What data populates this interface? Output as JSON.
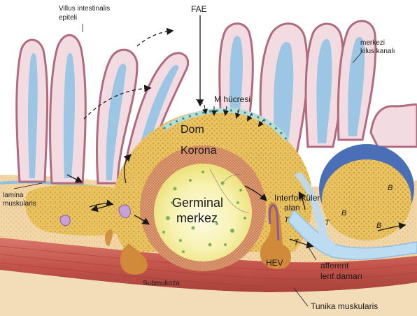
{
  "labels": {
    "villus_line1": "Villus intestinalis",
    "villus_line2": "epiteli",
    "fae": "FAE",
    "merkezi_line1": "merkezi",
    "merkezi_line2": "kilus kanalı",
    "m_hucresi": "M hücresi",
    "dom": "Dom",
    "korona": "Korona",
    "lamina_line1": "lamina",
    "lamina_line2": "muskularis",
    "germinal_line1": "Germinal",
    "germinal_line2": "merkez",
    "interfolikuler_line1": "Interfoliküler",
    "interfolikuler_line2": "alan",
    "t1": "T",
    "t2": "T",
    "t3": "T",
    "b1": "B",
    "b2": "B",
    "b3": "B",
    "hev": "HEV",
    "submukoza": "Submukoza",
    "afferent_line1": "afferent",
    "afferent_line2": "lenf damarı",
    "tunika": "Tunika muskularis"
  },
  "colors": {
    "background": "#ffffff",
    "epithelium": "#e6b8c4",
    "epithelium_edge": "#b06b80",
    "lacteal": "#9cc6e4",
    "follicle": "#e8c25a",
    "follicle_dots": "#c08a6a",
    "corona": "#d9946a",
    "germinal": "#f4f0a0",
    "germinal_center": "#fbf8d8",
    "muscle": "#c4554c",
    "muscle_dark": "#9c3a34",
    "submucosa": "#f0d2a0",
    "lymph": "#bcdcf2",
    "hev": "#d18a3a",
    "dome_cells": "#58a89a"
  }
}
